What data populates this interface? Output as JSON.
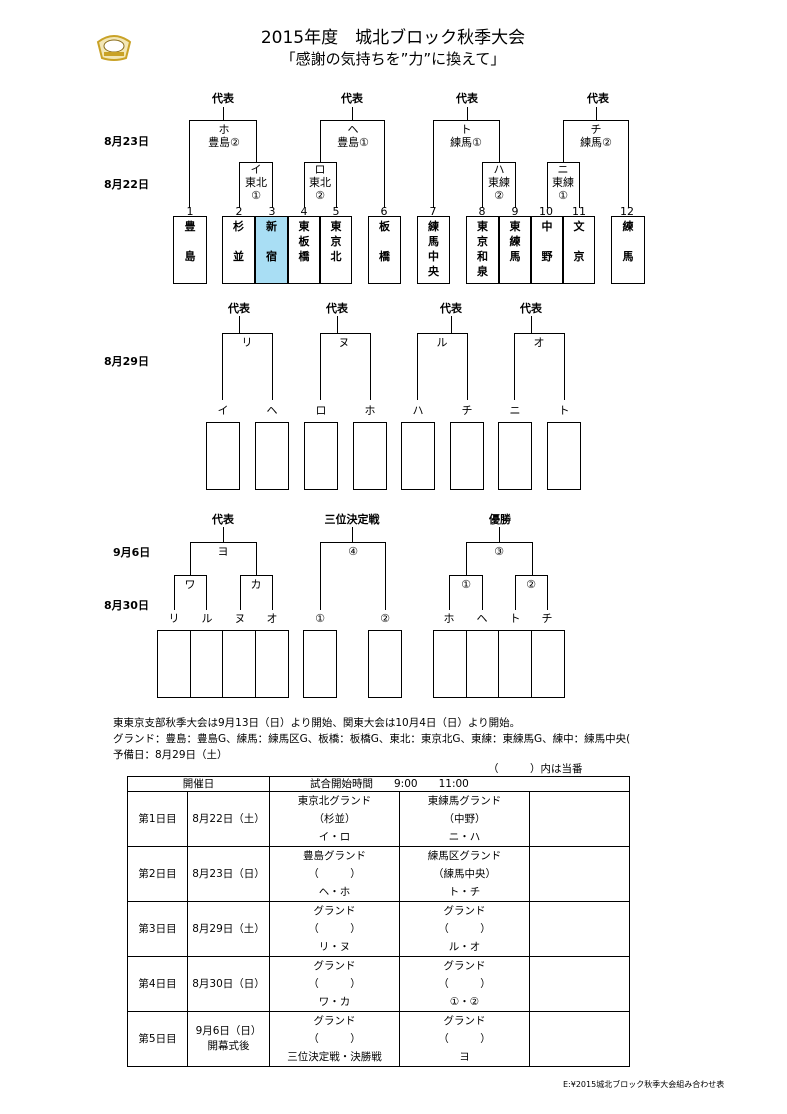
{
  "title": "2015年度　城北ブロック秋季大会",
  "subtitle": "「感謝の気持ちを”力”に換えて」",
  "dates": {
    "aug23": "8月23日",
    "aug22": "8月22日",
    "aug29": "8月29日",
    "sep6": "9月6日",
    "aug30": "8月30日"
  },
  "block1": {
    "rep": "代表",
    "groups": [
      {
        "round2": "ホ\n豊島②"
      },
      {
        "round2": "ヘ\n豊島①"
      },
      {
        "round2": "ト\n練馬①"
      },
      {
        "round2": "チ\n練馬②"
      }
    ],
    "round1": [
      "イ\n東北\n①",
      "ロ\n東北\n②",
      "ハ\n東練\n②",
      "ニ\n東練\n①"
    ],
    "teams": [
      {
        "num": "1",
        "name": "豊\n\n島"
      },
      {
        "num": "2",
        "name": "杉\n\n並"
      },
      {
        "num": "3",
        "name": "新\n\n宿"
      },
      {
        "num": "4",
        "name": "東\n板\n橋"
      },
      {
        "num": "5",
        "name": "東\n京\n北"
      },
      {
        "num": "6",
        "name": "板\n\n橋"
      },
      {
        "num": "7",
        "name": "練\n馬\n中\n央"
      },
      {
        "num": "8",
        "name": "東\n京\n和\n泉"
      },
      {
        "num": "9",
        "name": "東\n練\n馬"
      },
      {
        "num": "10",
        "name": "中\n\n野"
      },
      {
        "num": "11",
        "name": "文\n\n京"
      },
      {
        "num": "12",
        "name": "練\n\n馬"
      }
    ]
  },
  "block2": {
    "rep": "代表",
    "matches": [
      "リ",
      "ヌ",
      "ル",
      "オ"
    ],
    "slots": [
      "イ",
      "ヘ",
      "ロ",
      "ホ",
      "ハ",
      "チ",
      "ニ",
      "ト"
    ]
  },
  "block3": {
    "left": {
      "head": "代表",
      "final": "ヨ",
      "semis": [
        "ワ",
        "カ"
      ],
      "slots": [
        "リ",
        "ル",
        "ヌ",
        "オ"
      ]
    },
    "mid": {
      "head": "三位決定戦",
      "match": "④",
      "slots": [
        "①",
        "②"
      ]
    },
    "right": {
      "head": "優勝",
      "final": "③",
      "semis": [
        "①",
        "②"
      ],
      "slots": [
        "ホ",
        "ヘ",
        "ト",
        "チ"
      ]
    }
  },
  "notes": {
    "line1": "東東京支部秋季大会は9月13日（日）より開始、関東大会は10月4日（日）より開始。",
    "line2": "グランド：豊島：豊島G、練馬：練馬区G、板橋：板橋G、東北：東京北G、東練：東練馬G、練中：練馬中央(",
    "line3": "予備日：8月29日（土）",
    "host_note": "（　　　）内は当番"
  },
  "schedule": {
    "headers": {
      "date": "開催日",
      "times": "試合開始時間　　9:00　　11:00"
    },
    "rows": [
      {
        "day": "第1日目",
        "date": "8月22日（土）",
        "g1": [
          "東京北グランド",
          "（杉並）",
          "イ・ロ"
        ],
        "g2": [
          "東練馬グランド",
          "（中野）",
          "ニ・ハ"
        ]
      },
      {
        "day": "第2日目",
        "date": "8月23日（日）",
        "g1": [
          "豊島グランド",
          "（　　　）",
          "ヘ・ホ"
        ],
        "g2": [
          "練馬区グランド",
          "（練馬中央）",
          "ト・チ"
        ]
      },
      {
        "day": "第3日目",
        "date": "8月29日（土）",
        "g1": [
          "グランド",
          "（　　　）",
          "リ・ヌ"
        ],
        "g2": [
          "グランド",
          "（　　　）",
          "ル・オ"
        ]
      },
      {
        "day": "第4日目",
        "date": "8月30日（日）",
        "g1": [
          "グランド",
          "（　　　）",
          "ワ・カ"
        ],
        "g2": [
          "グランド",
          "（　　　）",
          "①・②"
        ]
      },
      {
        "day": "第5日目",
        "date": "9月6日（日）\n開幕式後",
        "g1": [
          "グランド",
          "（　　　）",
          "三位決定戦・決勝戦"
        ],
        "g2": [
          "グランド",
          "（　　　）",
          "ヨ"
        ]
      }
    ]
  },
  "footer": "E:¥2015城北ブロック秋季大会組み合わせ表",
  "colors": {
    "highlight": "#a9def4",
    "logo_gold": "#c9a227"
  }
}
